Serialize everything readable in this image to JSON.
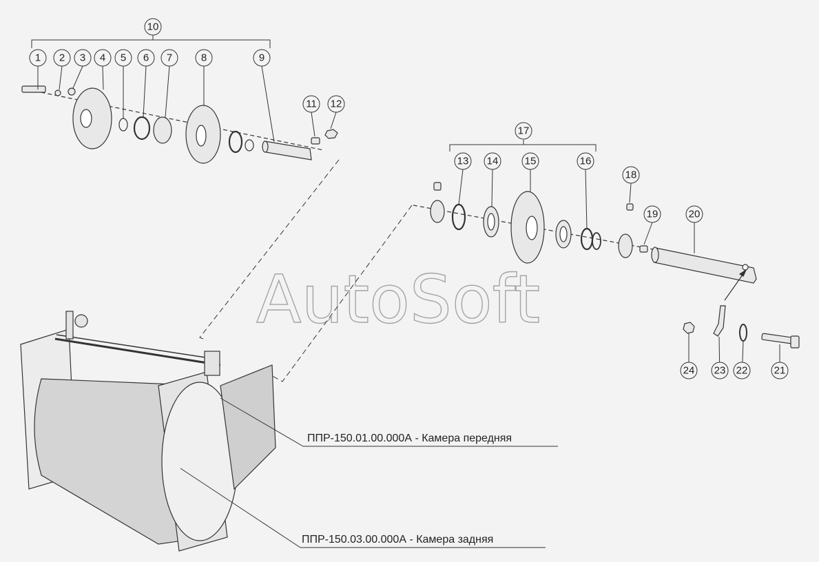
{
  "watermark": "AutoSoft",
  "callouts": [
    "1",
    "2",
    "3",
    "4",
    "5",
    "6",
    "7",
    "8",
    "9",
    "10",
    "11",
    "12",
    "13",
    "14",
    "15",
    "16",
    "17",
    "18",
    "19",
    "20",
    "21",
    "22",
    "23",
    "24"
  ],
  "labels": {
    "front_chamber": "ППР-150.01.00.000А - Камера передняя",
    "rear_chamber": "ППР-150.03.00.000А - Камера задняя"
  },
  "colors": {
    "background": "#f3f3f3",
    "line": "#333333",
    "part_fill": "#e8e8e8"
  }
}
